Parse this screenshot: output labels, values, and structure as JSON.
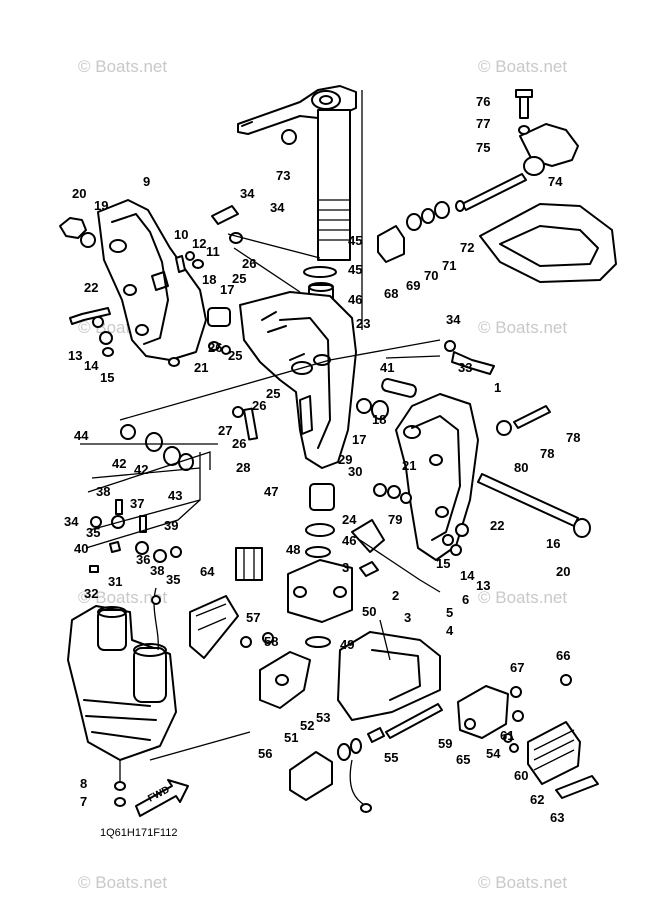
{
  "watermark": "© Boats.net",
  "diagram_code": "1Q61H171F112",
  "fwd_label": "FWD",
  "colors": {
    "ink": "#000000",
    "paper": "#ffffff",
    "watermark": "#c9c9c9"
  },
  "callouts": [
    "1",
    "2",
    "3",
    "3",
    "4",
    "5",
    "6",
    "7",
    "8",
    "9",
    "10",
    "11",
    "12",
    "13",
    "13",
    "14",
    "14",
    "15",
    "15",
    "16",
    "17",
    "17",
    "18",
    "18",
    "19",
    "20",
    "20",
    "21",
    "21",
    "22",
    "22",
    "23",
    "24",
    "25",
    "25",
    "25",
    "26",
    "26",
    "26",
    "26",
    "27",
    "28",
    "29",
    "30",
    "31",
    "32",
    "33",
    "34",
    "34",
    "34",
    "34",
    "35",
    "35",
    "36",
    "37",
    "38",
    "38",
    "39",
    "40",
    "41",
    "42",
    "42",
    "43",
    "44",
    "45",
    "45",
    "46",
    "46",
    "47",
    "48",
    "49",
    "50",
    "51",
    "52",
    "53",
    "54",
    "55",
    "56",
    "57",
    "58",
    "59",
    "60",
    "61",
    "62",
    "63",
    "64",
    "65",
    "66",
    "67",
    "68",
    "69",
    "70",
    "71",
    "72",
    "73",
    "74",
    "75",
    "76",
    "77",
    "78",
    "78",
    "79",
    "80"
  ]
}
